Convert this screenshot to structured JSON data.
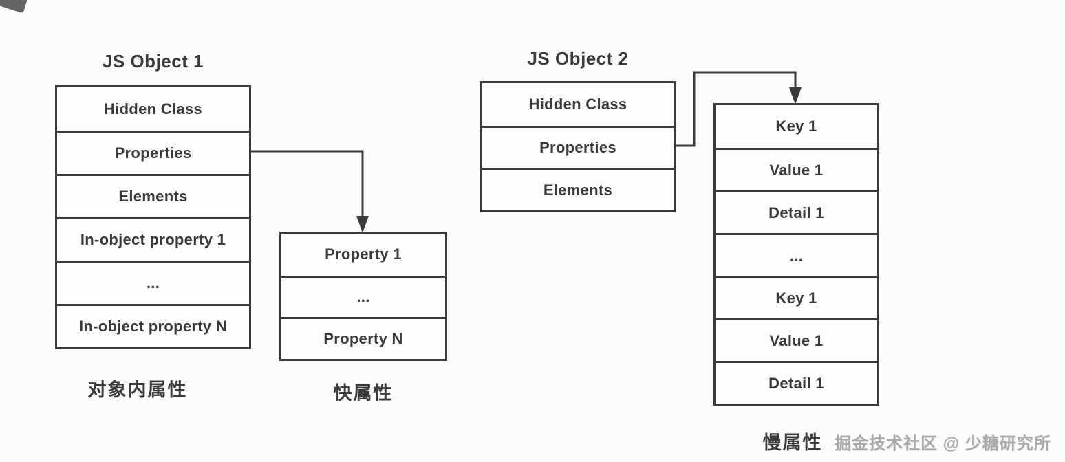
{
  "diagram": {
    "object1": {
      "title": "JS Object 1",
      "rows": [
        "Hidden Class",
        "Properties",
        "Elements",
        "In-object property 1",
        "...",
        "In-object property N"
      ],
      "label": "对象内属性"
    },
    "fast_properties": {
      "rows": [
        "Property 1",
        "...",
        "Property N"
      ],
      "label": "快属性"
    },
    "object2": {
      "title": "JS Object 2",
      "rows": [
        "Hidden Class",
        "Properties",
        "Elements"
      ]
    },
    "slow_properties": {
      "rows": [
        "Key 1",
        "Value 1",
        "Detail 1",
        "...",
        "Key 1",
        "Value 1",
        "Detail 1"
      ],
      "label": "慢属性"
    },
    "watermark": "掘金技术社区 @ 少糖研究所",
    "colors": {
      "line": "#3b3b3b",
      "text": "#3a3a3a",
      "watermark": "#aaaaaa",
      "background": "#fcfcfc"
    }
  }
}
